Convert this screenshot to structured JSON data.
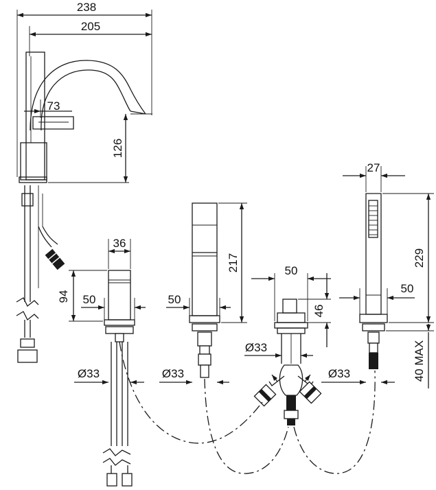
{
  "dims": {
    "d238": "238",
    "d205": "205",
    "d73": "73",
    "d126": "126",
    "d36": "36",
    "d94": "94",
    "d50_a": "50",
    "d33_a": "Ø33",
    "d217": "217",
    "d50_b": "50",
    "d33_b": "Ø33",
    "d50_c": "50",
    "d46": "46",
    "d33_c": "Ø33",
    "d27": "27",
    "d229": "229",
    "d50_d": "50",
    "d33_d": "Ø33",
    "d40max": "40 MAX"
  }
}
